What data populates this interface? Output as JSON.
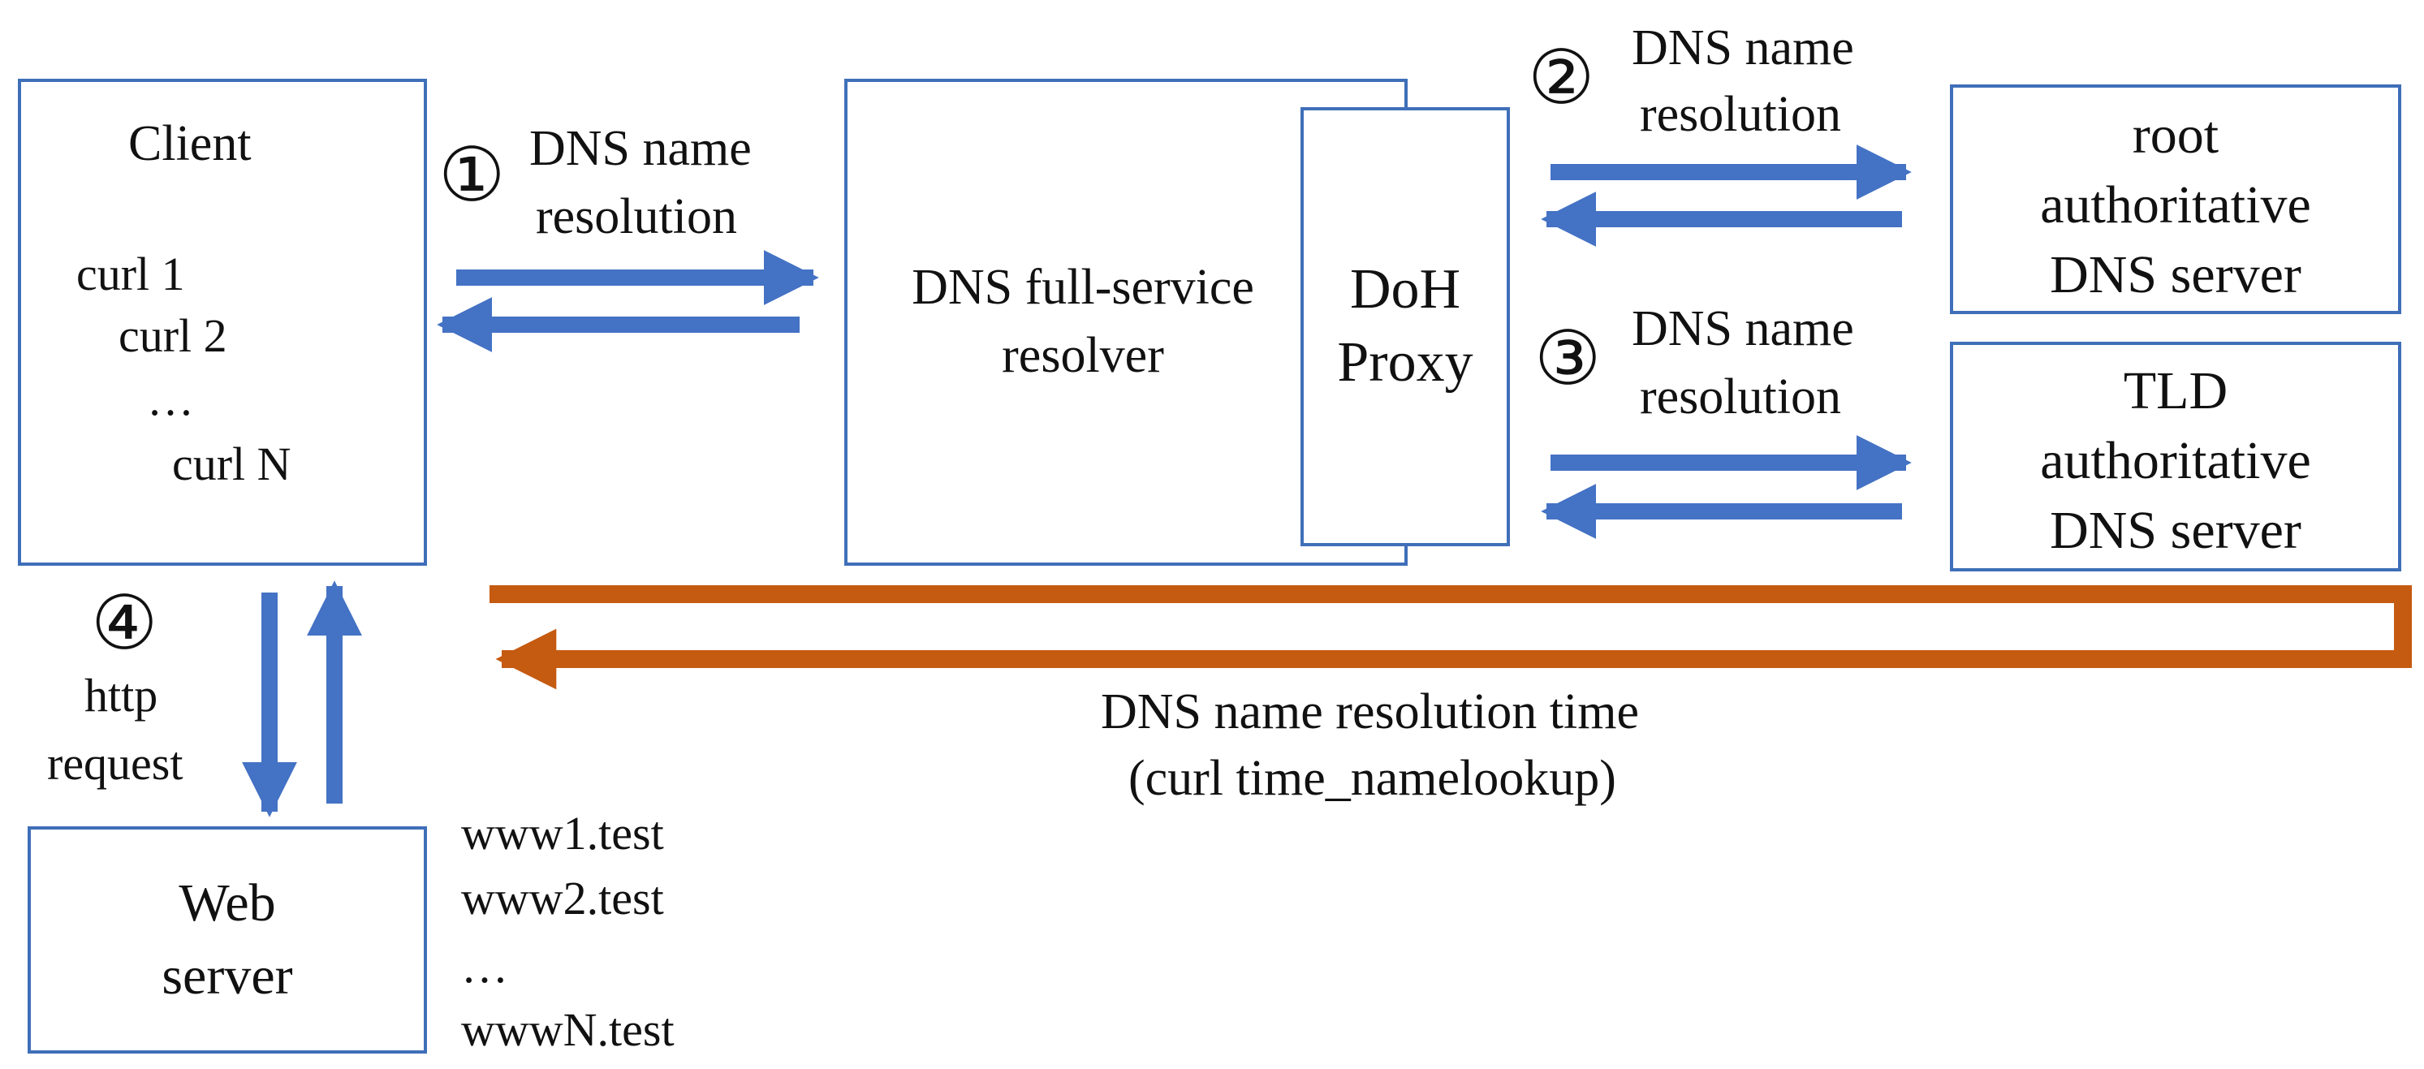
{
  "client": {
    "title": "Client",
    "curls": [
      "curl 1",
      "curl 2",
      "…",
      "curl N"
    ]
  },
  "resolver": {
    "line1": "DNS full-service",
    "line2": "resolver"
  },
  "doh": {
    "line1": "DoH",
    "line2": "Proxy"
  },
  "root_server": {
    "line1": "root",
    "line2": "authoritative",
    "line3": "DNS server"
  },
  "tld_server": {
    "line1": "TLD",
    "line2": "authoritative",
    "line3": "DNS server"
  },
  "web_server": {
    "line1": "Web",
    "line2": "server"
  },
  "web_hosts": [
    "www1.test",
    "www2.test",
    "…",
    "wwwN.test"
  ],
  "steps": {
    "s1": {
      "num": "①",
      "line1": "DNS name",
      "line2": "resolution"
    },
    "s2": {
      "num": "②",
      "line1": "DNS name",
      "line2": "resolution"
    },
    "s3": {
      "num": "③",
      "line1": "DNS name",
      "line2": "resolution"
    },
    "s4": {
      "num": "④",
      "line1": "http",
      "line2": "request"
    }
  },
  "timing": {
    "line1": "DNS name resolution time",
    "line2": "(curl time_namelookup)"
  },
  "colors": {
    "blue_arrow": "#4472c4",
    "box_border": "#3f6fb8",
    "orange_arrow": "#c55a11"
  }
}
